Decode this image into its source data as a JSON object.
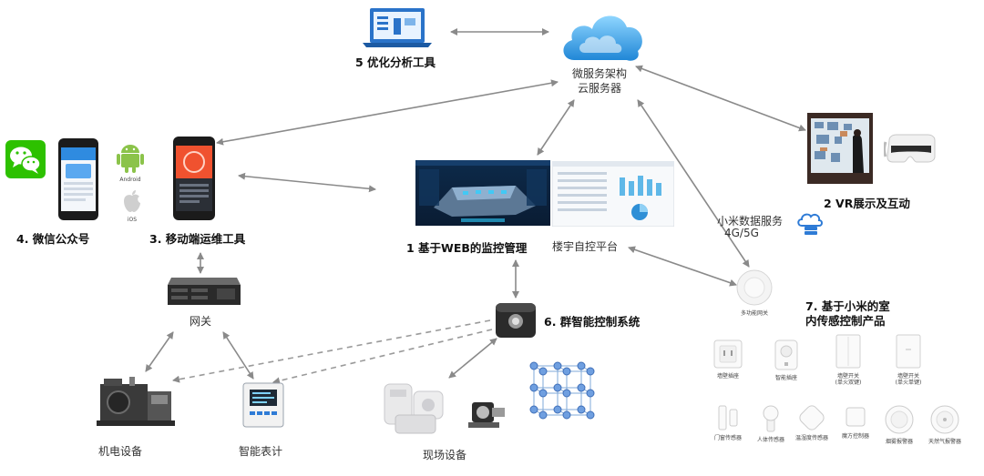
{
  "nodes": {
    "cloud": {
      "line1": "微服务架构",
      "line2": "云服务器"
    },
    "analysis_tool": "5 优化分析工具",
    "vr": "2 VR展示及互动",
    "wechat": "4. 微信公众号",
    "mobile": "3. 移动端运维工具",
    "android_text": "Android",
    "ios_text": "iOS",
    "web_monitor": "1 基于WEB的监控管理",
    "building_platform": "楼宇自控平台",
    "xiaomi_service": {
      "line1": "小米数据服务",
      "line2": "4G/5G"
    },
    "gateway": "网关",
    "hub_caption": "多功能网关",
    "swarm": "6. 群智能控制系统",
    "xiaomi_products": {
      "line1": "7. 基于小米的室",
      "line2": "内传感控制产品"
    },
    "electromech": "机电设备",
    "smart_meter": "智能表计",
    "field_devices": "现场设备"
  },
  "products": {
    "row1": [
      {
        "label": "墙壁插座"
      },
      {
        "label": "智能插座"
      },
      {
        "label": "墙壁开关\n(单火双键)"
      },
      {
        "label": "墙壁开关\n(单火单键)"
      }
    ],
    "row2": [
      {
        "label": "门窗传感器"
      },
      {
        "label": "人体传感器"
      },
      {
        "label": "温湿度传感器"
      },
      {
        "label": "魔方控制器"
      },
      {
        "label": "烟雾报警器"
      },
      {
        "label": "天然气报警器"
      }
    ]
  },
  "colors": {
    "arrow": "#8a8a8a",
    "dashed": "#9a9a9a",
    "cloud": "#3fa9e8",
    "wechat": "#2dc100",
    "android": "#8bc34a",
    "phone_orange": "#f0522f"
  }
}
